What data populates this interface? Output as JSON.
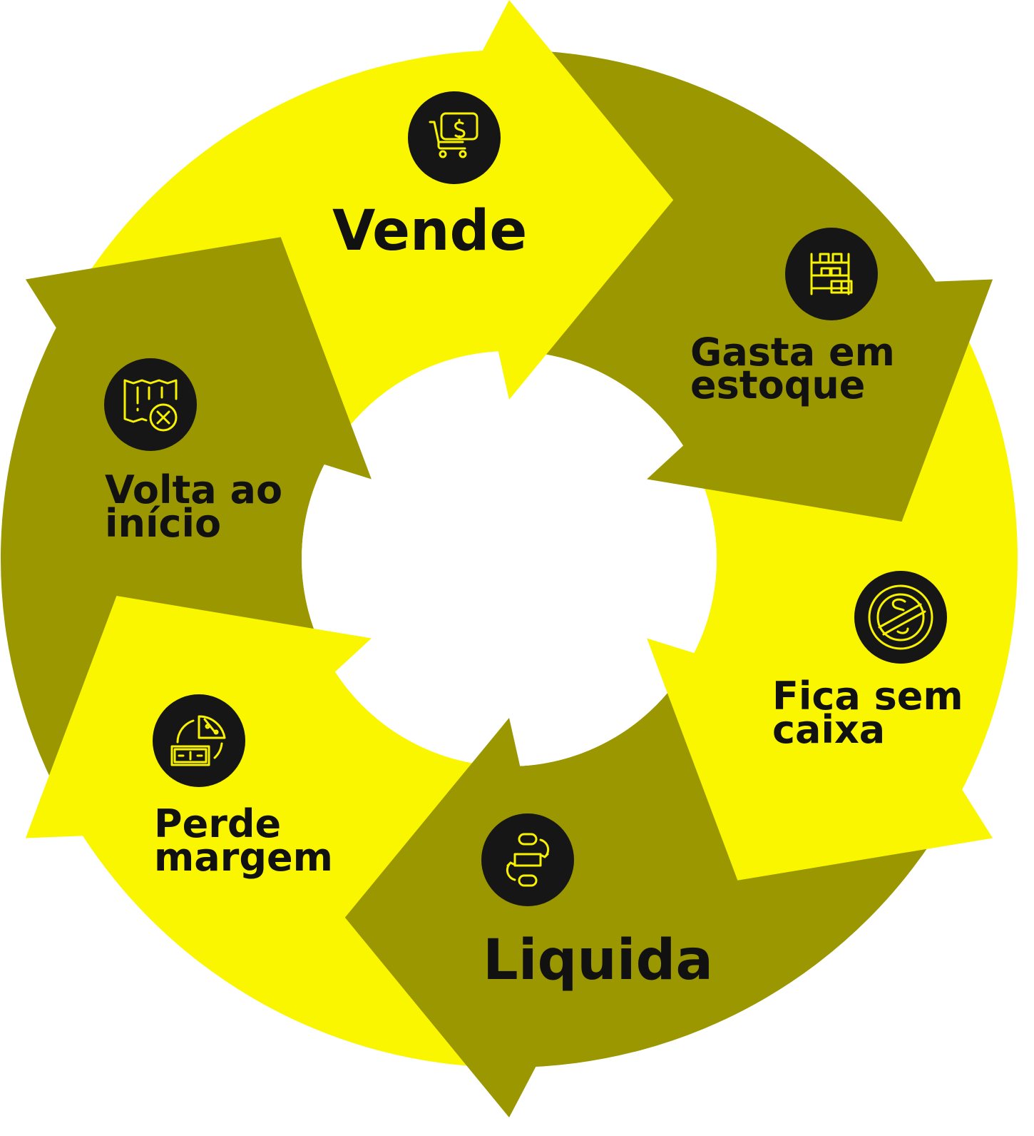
{
  "colors": {
    "yellow": "#FAF600",
    "olive": "#9A9700",
    "dark": "#161616",
    "icon": "#F7F200"
  },
  "steps": [
    {
      "label_lines": [
        "Vende"
      ],
      "icon": "cart-dollar-chat-icon",
      "color": "yellow"
    },
    {
      "label_lines": [
        "Gasta em",
        "estoque"
      ],
      "icon": "warehouse-shelf-boxes-icon",
      "color": "olive"
    },
    {
      "label_lines": [
        "Fica sem",
        "caixa"
      ],
      "icon": "no-money-icon",
      "color": "yellow"
    },
    {
      "label_lines": [
        "Liquida"
      ],
      "icon": "process-flow-cycle-icon",
      "color": "olive"
    },
    {
      "label_lines": [
        "Perde",
        "margem"
      ],
      "icon": "pie-chart-money-percent-icon",
      "color": "yellow"
    },
    {
      "label_lines": [
        "Volta ao",
        "início"
      ],
      "icon": "map-cancel-icon",
      "color": "olive"
    }
  ]
}
